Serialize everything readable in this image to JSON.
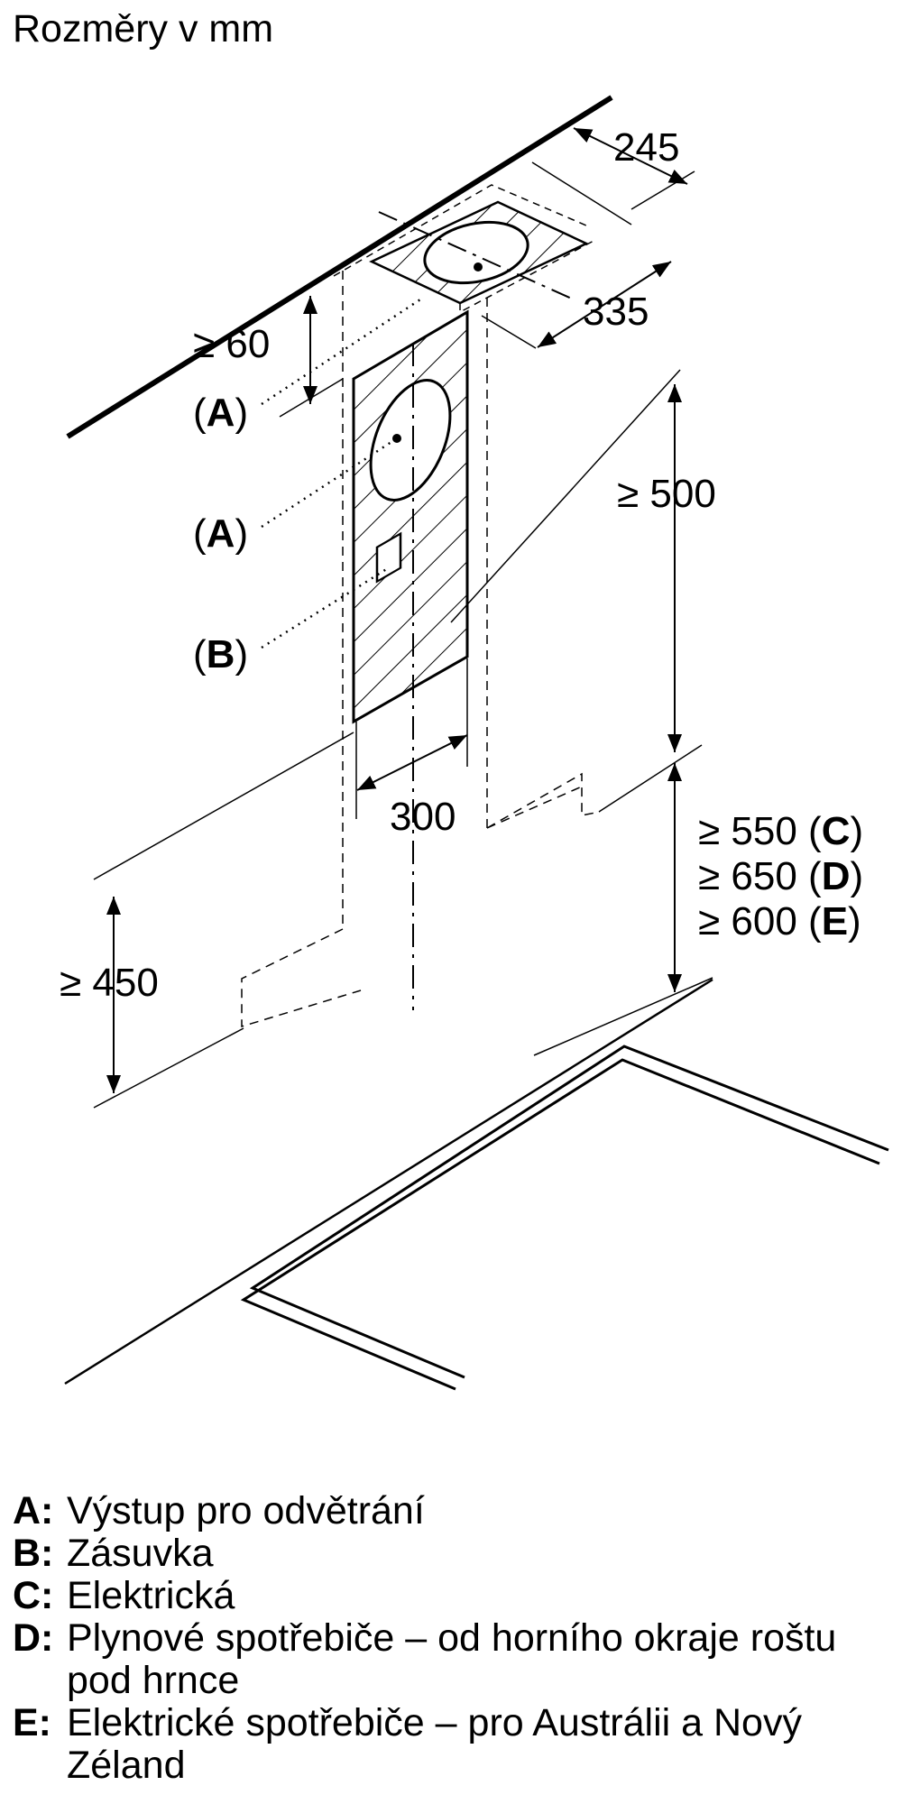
{
  "title": "Rozměry v mm",
  "dimensions": {
    "d245": "245",
    "d335": "335",
    "d60": "≥ 60",
    "d500": "≥ 500",
    "d300": "300",
    "d450": "≥ 450",
    "d550": "≥ 550",
    "d650": "≥ 650",
    "d600": "≥ 600"
  },
  "callouts": {
    "a1": "A",
    "a2": "A",
    "b": "B",
    "c": "C",
    "d": "D",
    "e": "E"
  },
  "legend": [
    {
      "key": "A:",
      "text": "Výstup pro odvětrání"
    },
    {
      "key": "B:",
      "text": "Zásuvka"
    },
    {
      "key": "C:",
      "text": "Elektrická"
    },
    {
      "key": "D:",
      "text": "Plynové spotřebiče – od horního okraje roštu pod hrnce"
    },
    {
      "key": "E:",
      "text": "Elektrické spotřebiče – pro Austrálii a Nový Zéland"
    }
  ]
}
